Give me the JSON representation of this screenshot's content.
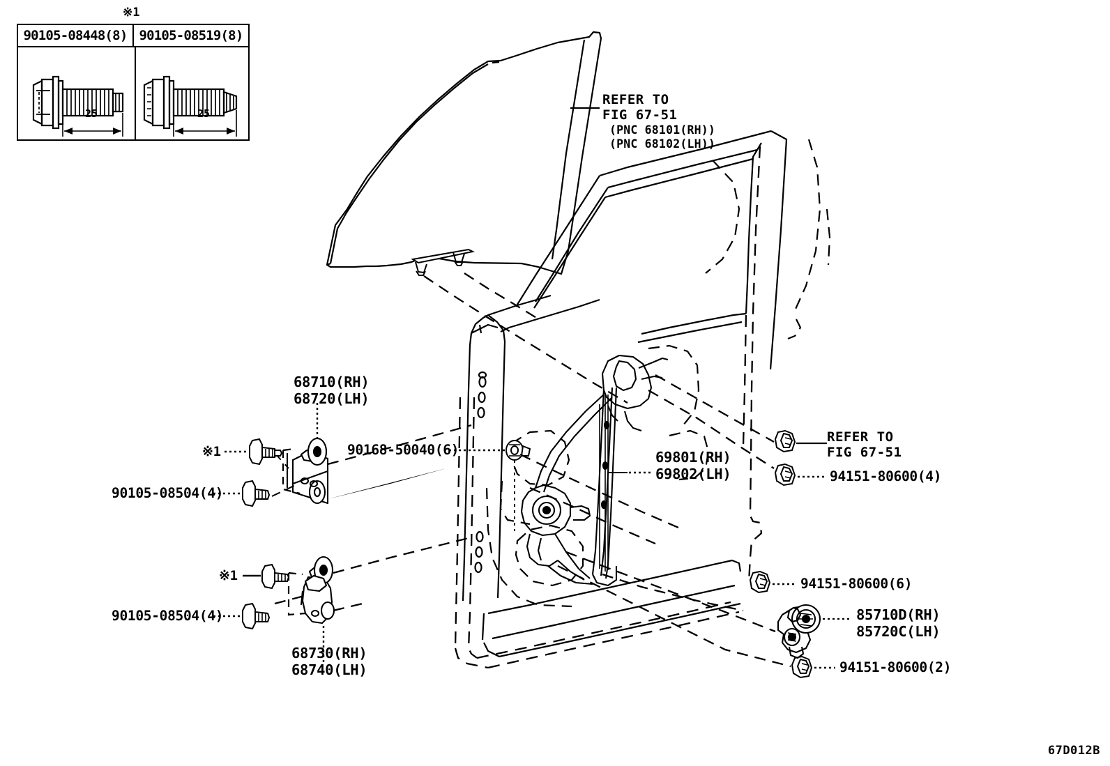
{
  "figure": {
    "code": "67D012B",
    "note_symbol": "※1"
  },
  "legend": {
    "marker": "※1",
    "columns": [
      {
        "part_number": "90105-08448(8)",
        "dimension": "25",
        "bolt_icon": "flange-bolt-icon"
      },
      {
        "part_number": "90105-08519(8)",
        "dimension": "25",
        "bolt_icon": "flange-bolt-icon"
      }
    ]
  },
  "callouts": {
    "glass_refer": {
      "line1": "REFER TO",
      "line2": "FIG 67-51",
      "line3": "(PNC 68101(RH))",
      "line4": "(PNC 68102(LH))"
    },
    "upper_hinge": {
      "line1": "68710(RH)",
      "line2": "68720(LH)"
    },
    "lower_hinge": {
      "line1": "68730(RH)",
      "line2": "68740(LH)"
    },
    "regulator": {
      "line1": "69801(RH)",
      "line2": "69802(LH)"
    },
    "motor": {
      "line1": "85710D(RH)",
      "line2": "85720C(LH)"
    },
    "right_refer": {
      "line1": "REFER TO",
      "line2": "FIG 67-51"
    },
    "star_upper": "※1",
    "star_lower": "※1",
    "bolt_upper": "90105-08504(4)",
    "bolt_lower": "90105-08504(4)",
    "screw_regulator": "90168-50040(6)",
    "nut_upper_right": "94151-80600(4)",
    "nut_mid_right": "94151-80600(6)",
    "nut_lower_right": "94151-80600(2)"
  },
  "colors": {
    "line": "#000000",
    "background": "#ffffff"
  }
}
